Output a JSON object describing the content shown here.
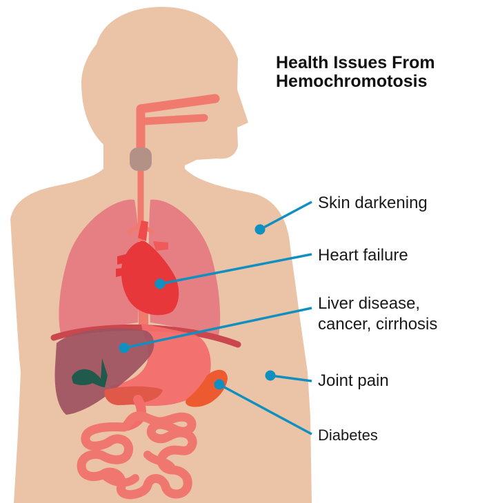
{
  "title": {
    "line1": "Health Issues From",
    "line2": "Hemochromotosis"
  },
  "callouts": [
    {
      "line1": "Skin darkening"
    },
    {
      "line1": "Heart failure"
    },
    {
      "line1": "Liver disease,",
      "line2": "cancer, cirrhosis"
    },
    {
      "line1": "Joint pain"
    },
    {
      "line1": "Diabetes"
    }
  ],
  "colors": {
    "skin": "#ebc3a6",
    "lungs": "#e5787f",
    "trachea": "#f07a6e",
    "thyroid": "#b39187",
    "heart": "#e8373a",
    "liver": "#9e5260",
    "gallbladder": "#1f5a4c",
    "stomach": "#f36d6a",
    "pancreas": "#ee5a30",
    "intestine": "#f0776f",
    "diaphragm": "#c9474d",
    "callout_line": "#1090c0",
    "text": "#1a1a1a"
  }
}
